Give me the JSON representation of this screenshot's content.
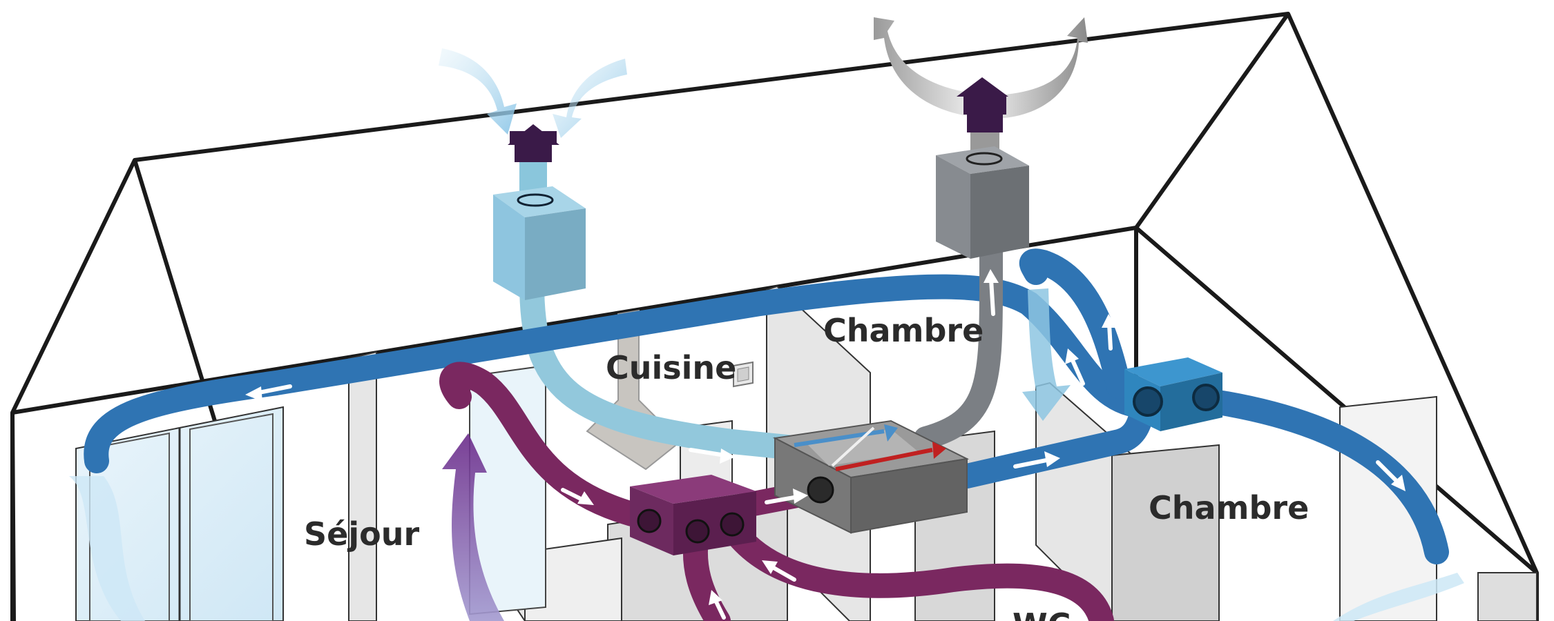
{
  "rooms": {
    "sejour": "Séjour",
    "cuisine": "Cuisine",
    "chambre_top": "Chambre",
    "chambre_right": "Chambre",
    "wc": "WC"
  },
  "colors": {
    "supply_blue": "#2f74b3",
    "fresh_air": "#92c8dc",
    "exhaust_purple": "#7a2860",
    "stale_gray": "#7b7f84",
    "outline": "#1a1a1a"
  },
  "icons": {
    "intake_cap": "roof-intake-cap-icon",
    "exhaust_cap": "roof-exhaust-cap-icon",
    "heat_exchanger": "heat-exchanger-icon",
    "flow_arrow": "flow-arrow-icon",
    "switch": "wall-switch-icon"
  }
}
